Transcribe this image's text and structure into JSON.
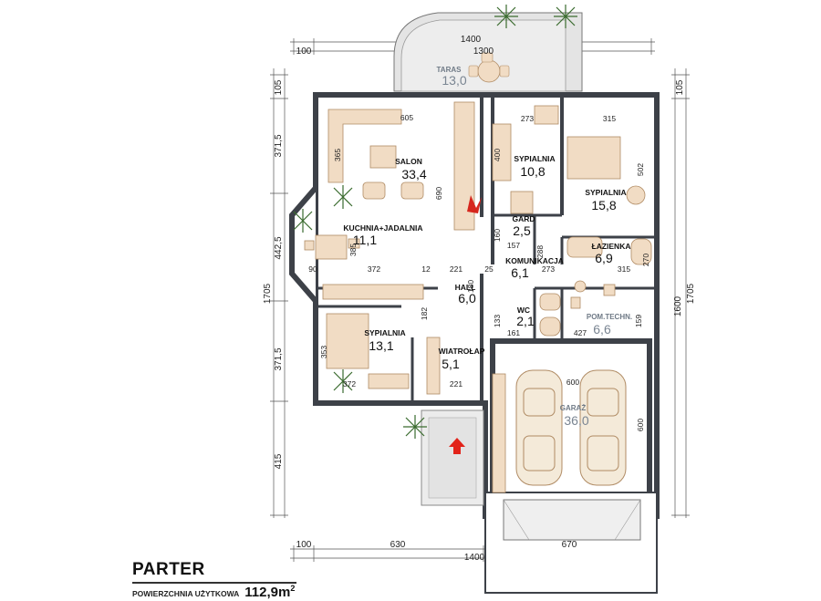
{
  "title": {
    "floor": "PARTER",
    "usable_area_label": "POWIERZCHNIA UŻYTKOWA",
    "usable_area_value": "112,9m",
    "usable_area_unit_sup": "2"
  },
  "rooms": {
    "taras": {
      "name": "TARAS",
      "area": "13,0"
    },
    "salon": {
      "name": "SALON",
      "area": "33,4"
    },
    "kuchnia": {
      "name": "KUCHNIA+JADALNIA",
      "area": "11,1"
    },
    "sypialnia1": {
      "name": "SYPIALNIA",
      "area": "10,8"
    },
    "sypialnia2": {
      "name": "SYPIALNIA",
      "area": "15,8"
    },
    "gard": {
      "name": "GARD",
      "area": "2,5"
    },
    "lazienka": {
      "name": "ŁAZIENKA",
      "area": "6,9"
    },
    "komunikacja": {
      "name": "KOMUNIKACJA",
      "area": "6,1"
    },
    "hall": {
      "name": "HALL",
      "area": "6,0"
    },
    "wc": {
      "name": "WC",
      "area": "2,1"
    },
    "pomtechn": {
      "name": "POM.TECHN.",
      "area": "6,6"
    },
    "sypialnia3": {
      "name": "SYPIALNIA",
      "area": "13,1"
    },
    "wiatrolap": {
      "name": "WIATROŁAP",
      "area": "5,1"
    },
    "garaz": {
      "name": "GARAŻ",
      "area": "36,0"
    }
  },
  "dims": {
    "top_total": "1400",
    "top_inner": "1300",
    "top_left": "100",
    "bottom_left": "100",
    "bottom_mid": "630",
    "bottom_right": "670",
    "bottom_total": "1400",
    "left_105": "105",
    "left_3715a": "371,5",
    "left_4425": "442,5",
    "left_3715b": "371,5",
    "left_415": "415",
    "left_total": "1705",
    "right_105": "105",
    "right_1600": "1600",
    "right_1705": "1705",
    "d605": "605",
    "d365": "365",
    "d385": "385",
    "d372a": "372",
    "d90": "90",
    "d12": "12",
    "d221a": "221",
    "d25": "25",
    "d690": "690",
    "d400": "400",
    "d273a": "273",
    "d315a": "315",
    "d502": "502",
    "d160": "160",
    "d157": "157",
    "d288": "288",
    "d273b": "273",
    "d315b": "315",
    "d270": "270",
    "d180": "180",
    "d182": "182",
    "d133": "133",
    "d161": "161",
    "d427": "427",
    "d159": "159",
    "d353": "353",
    "d372b": "372",
    "d221b": "221",
    "d600a": "600",
    "d600b": "600"
  }
}
